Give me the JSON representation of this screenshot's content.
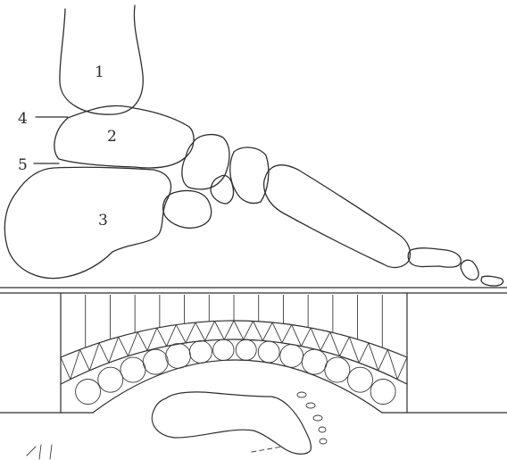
{
  "labels": {
    "tibia": "1",
    "talus": "2",
    "calcaneus": "3",
    "upper_joint_line": "4",
    "lower_joint_line": "5"
  }
}
